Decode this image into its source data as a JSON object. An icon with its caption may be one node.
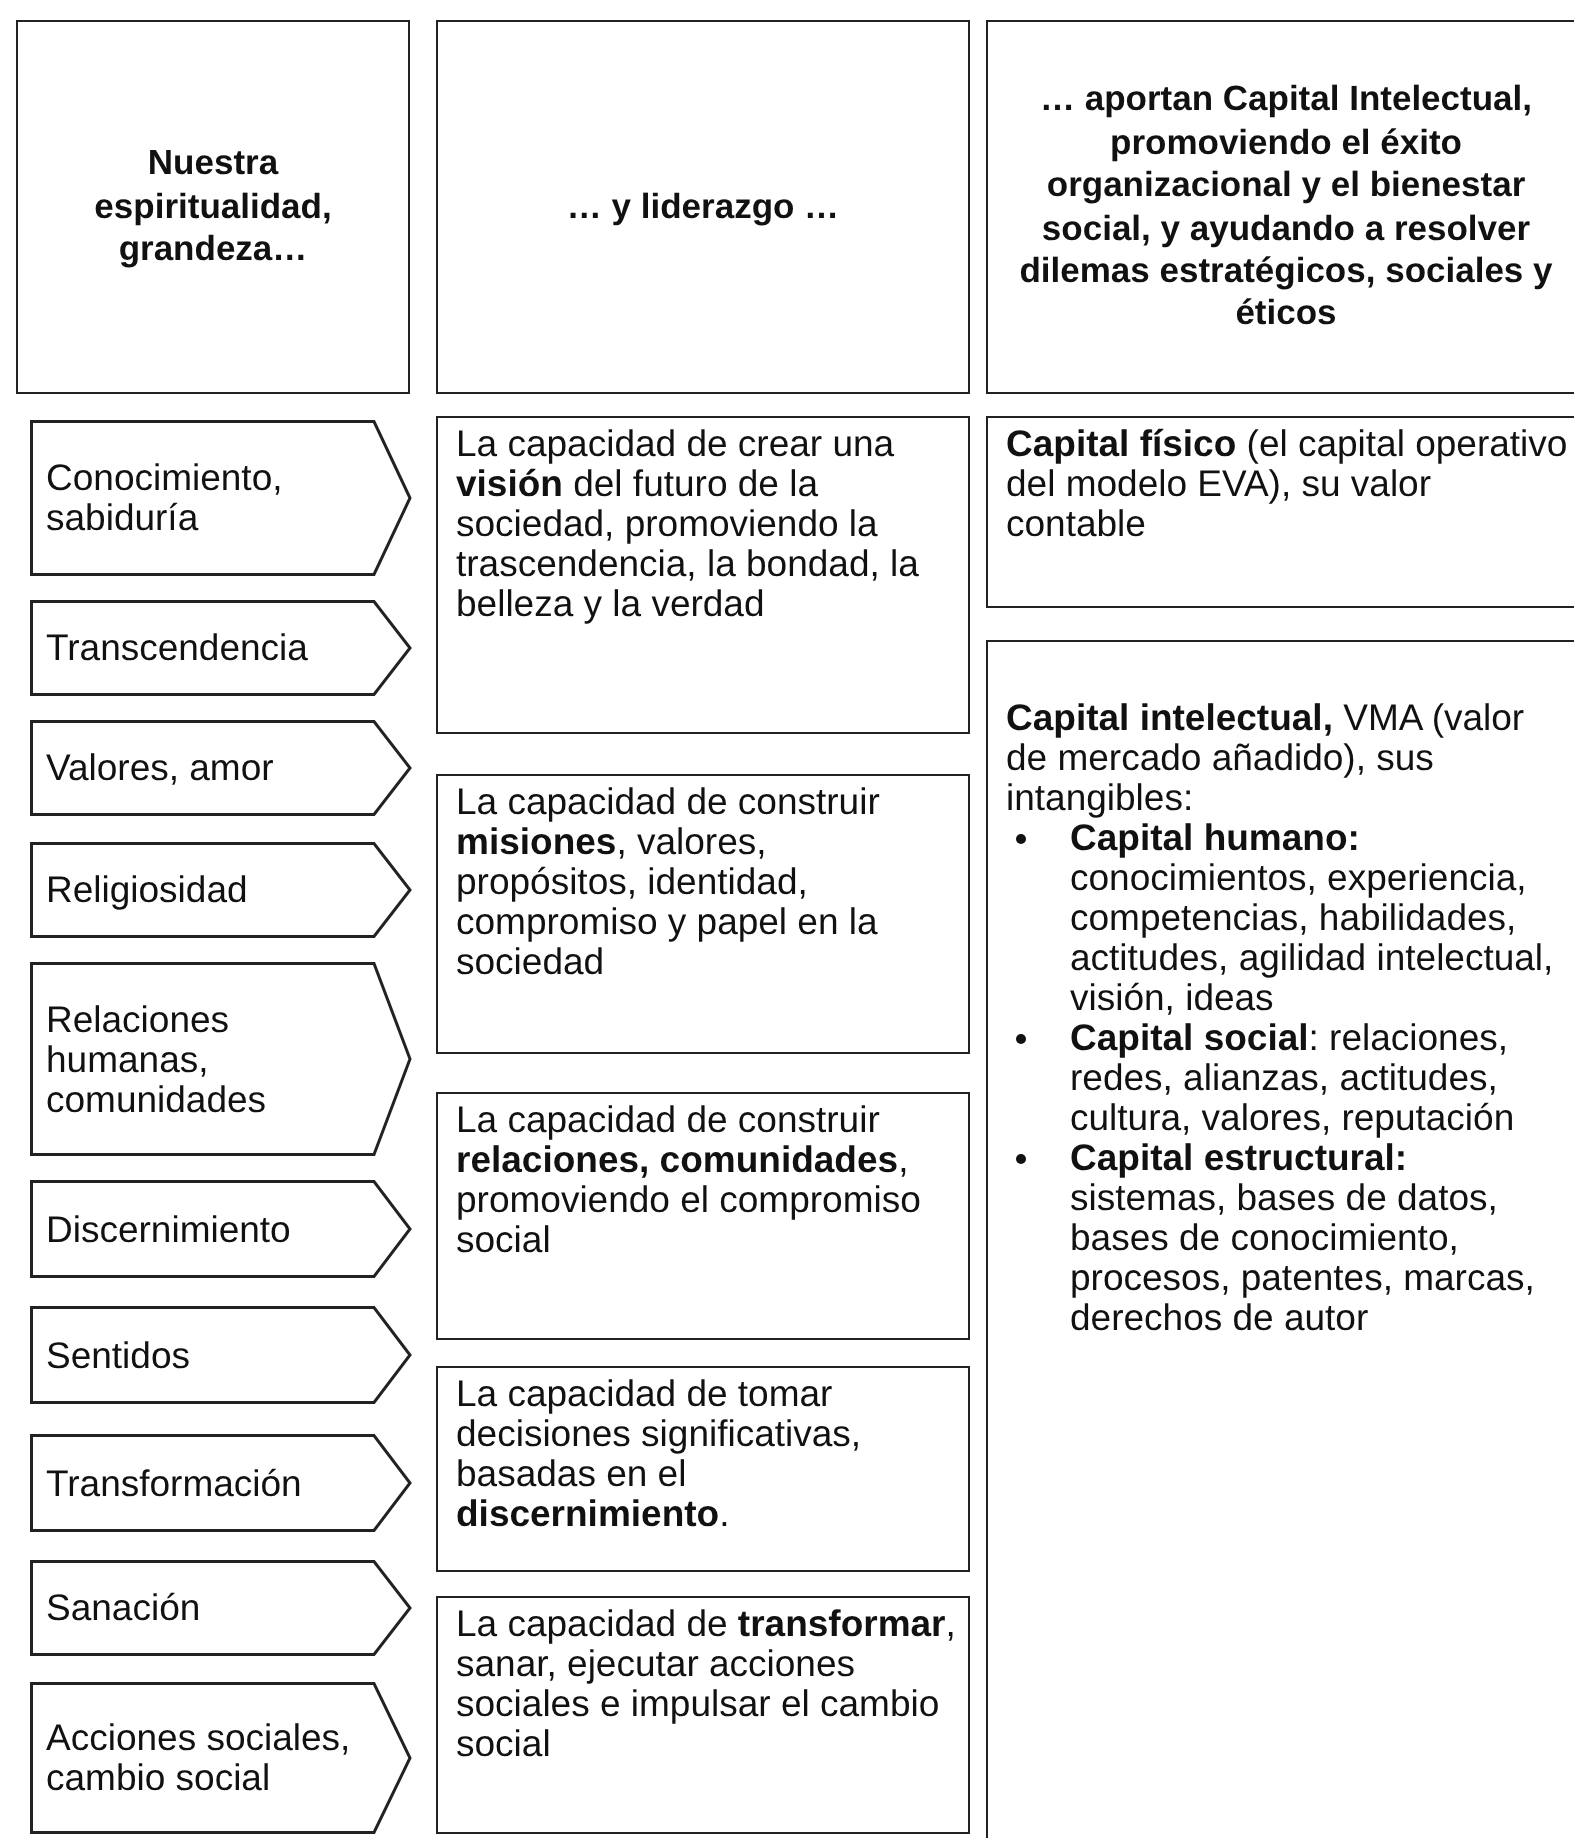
{
  "diagram": {
    "nodes": [
      {
        "text": [
          "Nuestra espiritualidad, grandeza…"
        ]
      },
      {
        "text": [
          "… y liderazgo …"
        ]
      },
      {
        "text": [
          "… aportan Capital Intelectual, promoviendo el éxito organizacional y el bienestar social, y ayudando a resolver dilemas estratégicos, sociales y éticos"
        ]
      },
      {
        "text": [
          "Conocimiento, sabiduría"
        ]
      },
      {
        "text": [
          "Transcendencia"
        ]
      },
      {
        "text": [
          "Valores, amor"
        ]
      },
      {
        "text": [
          "Religiosidad"
        ]
      },
      {
        "text": [
          "Relaciones humanas, comunidades"
        ]
      },
      {
        "text": [
          "Discernimiento"
        ]
      },
      {
        "text": [
          "Sentidos"
        ]
      },
      {
        "text": [
          "Transformación"
        ]
      },
      {
        "text": [
          "Sanación"
        ]
      },
      {
        "text": [
          "Acciones sociales, cambio social"
        ]
      },
      {
        "text": [
          "La capacidad de crear una **visión** del futuro de la sociedad, promoviendo la trascendencia, la bondad, la belleza y la verdad"
        ]
      },
      {
        "text": [
          "La capacidad de construir **misiones**, valores, propósitos, identidad, compromiso y papel en la sociedad"
        ]
      },
      {
        "text": [
          "La capacidad de construir **relaciones, comunidades**, promoviendo el compromiso social"
        ]
      },
      {
        "text": [
          "La capacidad de tomar decisiones significativas, basadas en el **discernimiento**."
        ]
      },
      {
        "text": [
          "La capacidad de **transformar**, sanar, ejecutar acciones sociales e impulsar el cambio social"
        ]
      },
      {
        "text": [
          "**Capital físico** (el capital operativo del modelo EVA), su valor contable"
        ]
      },
      {
        "text": [
          "**Capital intelectual,** VMA (valor de mercado añadido), sus intangibles:",
          "**Capital humano:** conocimientos, experiencia, competencias, habilidades, actitudes, agilidad intelectual, visión, ideas",
          "**Capital social**: relaciones, redes, alianzas, actitudes, cultura, valores, reputación",
          "**Capital estructural:** sistemas, bases de datos, bases de conocimiento, procesos, patentes, marcas, derechos de autor"
        ]
      }
    ]
  }
}
